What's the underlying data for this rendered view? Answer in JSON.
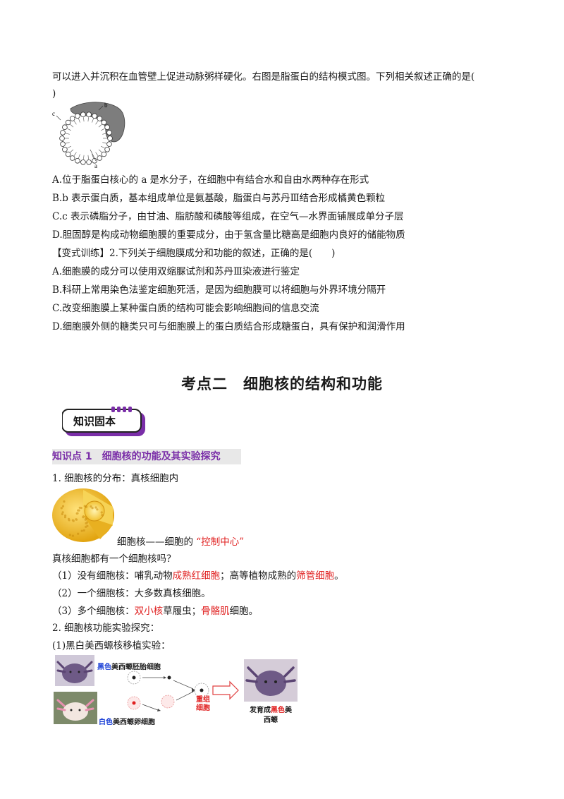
{
  "q1": {
    "stem": "可以进入并沉积在血管壁上促进动脉粥样硬化。右图是脂蛋白的结构模式图。下列相关叙述正确的是(",
    "stem_end": ")",
    "fig_labels": [
      "b",
      "c",
      "a"
    ],
    "options": [
      "A.位于脂蛋白核心的 a 是水分子，在细胞中有结合水和自由水两种存在形式",
      "B.b 表示蛋白质，基本组成单位是氨基酸，脂蛋白与苏丹Ⅲ结合形成橘黄色颗粒",
      "C.c 表示磷脂分子，由甘油、脂肪酸和磷酸等组成，在空气—水界面铺展成单分子层",
      "D.胆固醇是构成动物细胞膜的重要成分，由于氢含量比糖高是细胞内良好的储能物质"
    ]
  },
  "q2": {
    "stem": "【变式训练】2.下列关于细胞膜成分和功能的叙述，正确的是(　　)",
    "options": [
      "A.细胞膜的成分可以使用双缩脲试剂和苏丹Ⅲ染液进行鉴定",
      "B.科研上常用染色法鉴定细胞死活，是因为细胞膜可以将细胞与外界环境分隔开",
      "C.改变细胞膜上某种蛋白质的结构可能会影响细胞间的信息交流",
      "D.细胞膜外侧的糖类只可与细胞膜上的蛋白质结合形成糖蛋白，具有保护和润滑作用"
    ]
  },
  "section_title": "考点二　细胞核的结构和功能",
  "badge": "知识固本",
  "knowledge_point": "知识点 1　细胞核的功能及其实验探究",
  "s1": {
    "heading": "1. 细胞核的分布：真核细胞内",
    "caption_pre": "细胞核——细胞的",
    "caption_red": "“控制中心”",
    "question": "真核细胞都有一个细胞核吗？",
    "l1_pre": "（1）没有细胞核：哺乳动物",
    "l1_red1": "成熟红细胞",
    "l1_mid": "；高等植物成熟的",
    "l1_red2": "筛管细胞",
    "l1_end": "。",
    "l2": "（2）一个细胞核：大多数真核细胞。",
    "l3_pre": "（3）多个细胞核：",
    "l3_red1": "双小核",
    "l3_mid": "草履虫；",
    "l3_red2": "骨骼肌",
    "l3_end": "细胞。"
  },
  "s2": {
    "heading": "2. 细胞核功能实验探究：",
    "sub": "(1)黑白美西螈核移植实验：",
    "fig": {
      "black_word": "黑色",
      "black_rest": "美西螈胚胎细胞",
      "white_word": "白色",
      "white_rest": "美西螈卵细胞",
      "recomb": "重组细胞",
      "result_pre": "发育成",
      "result_red": "黑色",
      "result_end": "美西螈"
    }
  }
}
